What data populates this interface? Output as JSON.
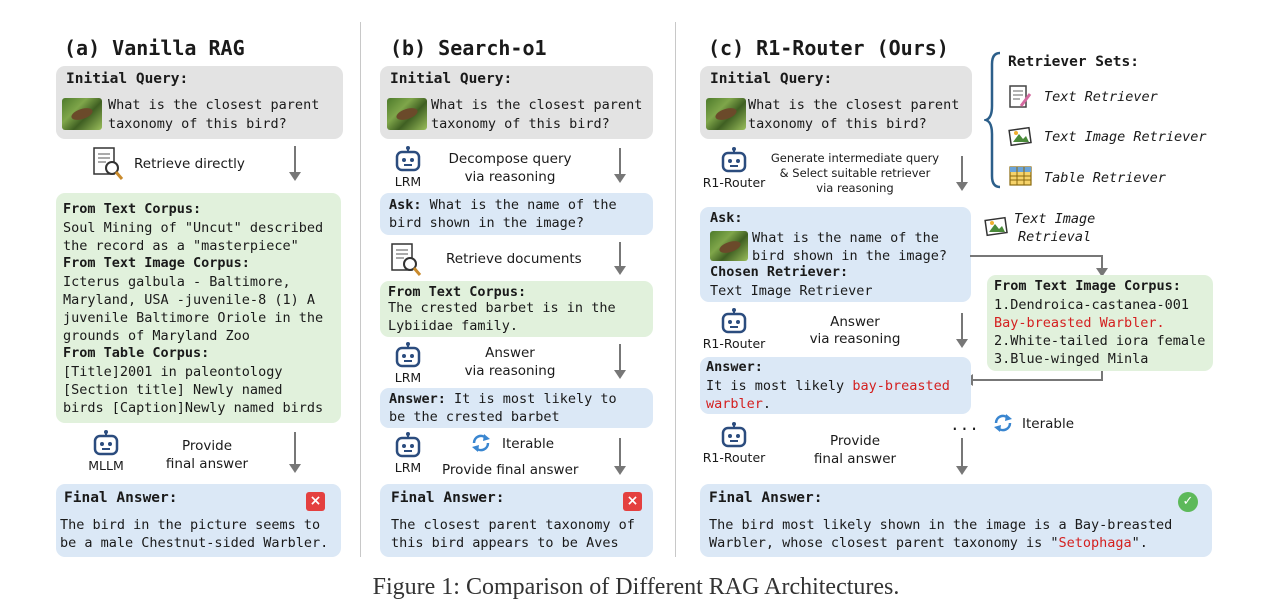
{
  "panel_a": {
    "title": "(a) Vanilla RAG",
    "initial_query_label": "Initial Query:",
    "query_line1": "What is the closest parent",
    "query_line2": "taxonomy of this bird?",
    "retrieve_label": "Retrieve directly",
    "text_corpus_label": "From Text Corpus:",
    "text_corpus_lines": [
      "Soul Mining of \"Uncut\" described",
      "the record as a \"masterpiece\""
    ],
    "text_image_corpus_label": "From Text Image Corpus:",
    "text_image_corpus_lines": [
      "Icterus galbula - Baltimore,",
      "Maryland, USA -juvenile-8 (1) A",
      "juvenile Baltimore Oriole in the",
      "grounds of Maryland Zoo"
    ],
    "table_corpus_label": "From Table Corpus:",
    "table_corpus_lines": [
      "[Title]2001 in paleontology",
      "[Section title] Newly named",
      "birds [Caption]Newly named birds"
    ],
    "model_label": "MLLM",
    "provide_line1": "Provide",
    "provide_line2": "final answer",
    "final_answer_label": "Final Answer:",
    "final_answer_lines": [
      "The bird in the picture seems to",
      "be a male Chestnut-sided Warbler."
    ]
  },
  "panel_b": {
    "title": "(b) Search-o1",
    "initial_query_label": "Initial Query:",
    "query_line1": "What is the closest parent",
    "query_line2": "taxonomy of this bird?",
    "lrm_label": "LRM",
    "decompose_line1": "Decompose query",
    "decompose_line2": "via reasoning",
    "ask_label": "Ask:",
    "ask_line1": " What is the name of the",
    "ask_line2": "bird shown in the image?",
    "retrieve_label": "Retrieve documents",
    "text_corpus_label": "From Text Corpus:",
    "text_corpus_lines": [
      "The crested barbet is in the",
      "Lybiidae family."
    ],
    "answer_step_line1": "Answer",
    "answer_step_line2": "via reasoning",
    "answer_label": "Answer:",
    "answer_line1": " It is most likely to",
    "answer_line2": "be the crested barbet",
    "iterable_label": "Iterable",
    "provide_label": "Provide final answer",
    "final_answer_label": "Final Answer:",
    "final_answer_lines": [
      "The closest parent taxonomy of",
      "this bird appears to be Aves"
    ]
  },
  "panel_c": {
    "title": "(c) R1-Router (Ours)",
    "initial_query_label": "Initial Query:",
    "query_line1": "What is the closest parent",
    "query_line2": "taxonomy of this bird?",
    "router_label": "R1-Router",
    "generate_lines": [
      "Generate intermediate query",
      "& Select suitable retriever",
      "via reasoning"
    ],
    "ask_label": "Ask:",
    "ask_line1": "What is the name of the",
    "ask_line2": "bird shown in the image?",
    "chosen_label": "Chosen Retriever:",
    "chosen_value": "Text Image Retriever",
    "retrieval_line1": "Text Image",
    "retrieval_line2": "Retrieval",
    "retriever_sets_label": "Retriever Sets:",
    "retrievers": [
      "Text Retriever",
      "Text Image Retriever",
      "Table Retriever"
    ],
    "corpus_label": "From Text Image Corpus:",
    "corpus_line1": "1.Dendroica-castanea-001",
    "corpus_line2": "Bay-breasted Warbler.",
    "corpus_line3": "2.White-tailed iora female",
    "corpus_line4": "3.Blue-winged Minla",
    "answer_step_line1": "Answer",
    "answer_step_line2": "via reasoning",
    "answer_label": "Answer:",
    "answer_line1_pre": "It is most likely ",
    "answer_line1_red": "bay-breasted",
    "answer_line2_red": "warbler",
    "answer_line2_post": ".",
    "ellipsis": "...",
    "iterable_label": "Iterable",
    "provide_line1": "Provide",
    "provide_line2": "final answer",
    "final_answer_label": "Final Answer:",
    "final_line1": "The bird most likely shown in the image is a Bay-breasted",
    "final_line2_pre": "Warbler, whose closest parent taxonomy is \"",
    "final_line2_red": "Setophaga",
    "final_line2_post": "\"."
  },
  "caption": "Figure 1: Comparison of Different RAG Architectures.",
  "colors": {
    "query_box": "#e3e3e3",
    "retrieval_box": "#e1f1dc",
    "answer_box": "#dbe8f6",
    "highlight": "#d42020",
    "arrow": "#777777"
  }
}
